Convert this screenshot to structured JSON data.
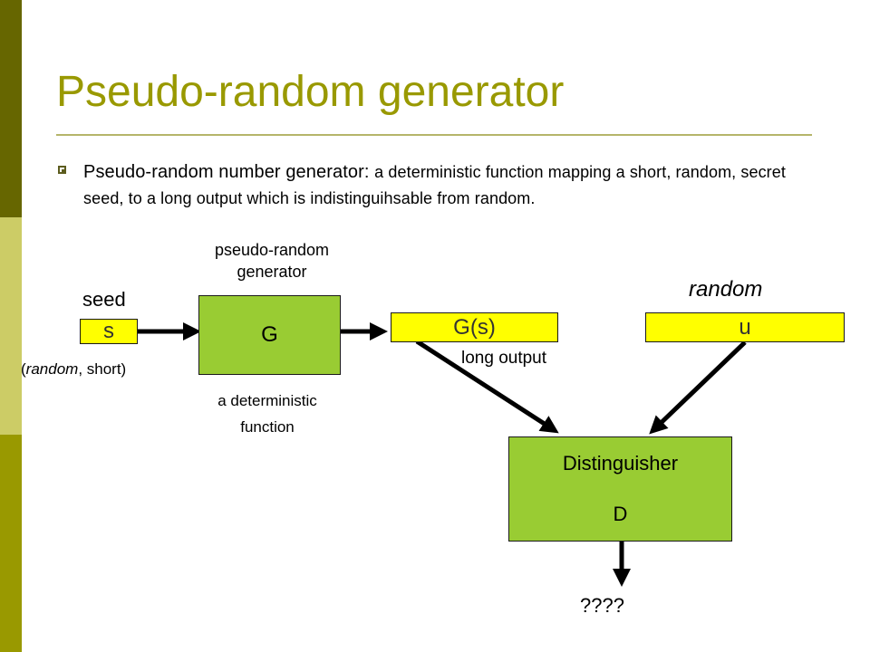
{
  "colors": {
    "sidebar_dark": "#666600",
    "sidebar_light": "#cccc66",
    "sidebar_mid": "#999900",
    "title": "#999900",
    "box_green": "#99cc33",
    "box_yellow": "#ffff00",
    "arrow": "#000000"
  },
  "slide": {
    "title": "Pseudo-random generator"
  },
  "bullet": {
    "lead": "Pseudo-random number generator: ",
    "text": "a deterministic function mapping a short, random, secret seed, to a long output which is indistinguihsable from random."
  },
  "diagram": {
    "seed_label": "seed",
    "seed_box": "s",
    "seed_note_italic": "random",
    "seed_note_rest": ", short)",
    "seed_note_open": "(",
    "generator_caption_line1": "pseudo-random",
    "generator_caption_line2": "generator",
    "generator_box": "G",
    "generator_note_line1": "a deterministic",
    "generator_note_line2": "function",
    "output_box": "G(s)",
    "output_note": "long output",
    "random_label": "random",
    "random_box": "u",
    "distinguisher_line1": "Distinguisher",
    "distinguisher_line2": "D",
    "result": "????"
  }
}
